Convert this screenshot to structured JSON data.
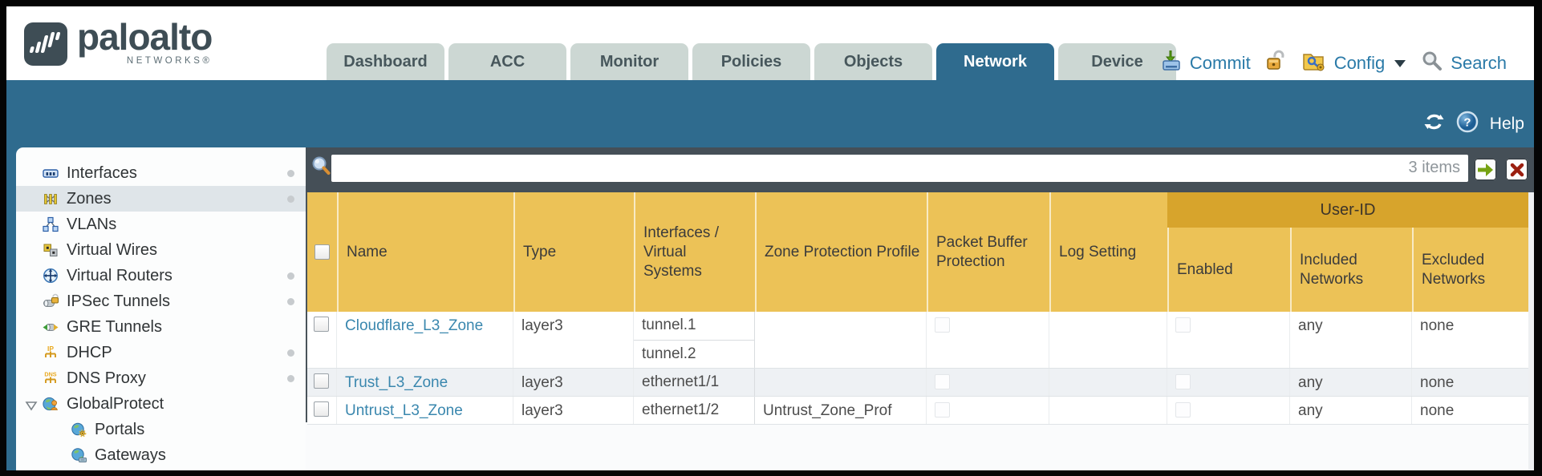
{
  "colors": {
    "teal": "#2f6b8e",
    "toolbar": "#454f57",
    "amber": "#ecc257",
    "amber_dark": "#d7a42c",
    "link": "#3a87ae",
    "utility_link": "#2a7aa8",
    "tab_inactive": "#ccd7d3",
    "tab_text": "#47575c",
    "selected": "#dfe5e9"
  },
  "brand": {
    "logo_text": "paloalto",
    "networks_label": "NETWORKS®"
  },
  "nav_tabs": [
    {
      "label": "Dashboard",
      "active": false
    },
    {
      "label": "ACC",
      "active": false
    },
    {
      "label": "Monitor",
      "active": false
    },
    {
      "label": "Policies",
      "active": false
    },
    {
      "label": "Objects",
      "active": false
    },
    {
      "label": "Network",
      "active": true
    },
    {
      "label": "Device",
      "active": false
    }
  ],
  "utility": {
    "commit_label": "Commit",
    "config_label": "Config",
    "search_label": "Search"
  },
  "subheader": {
    "help_label": "Help"
  },
  "toolbar": {
    "search_value": "",
    "items_count_label": "3 items"
  },
  "sidebar": {
    "items": [
      {
        "label": "Interfaces",
        "icon": "interfaces",
        "dot": true
      },
      {
        "label": "Zones",
        "icon": "zones",
        "dot": true,
        "selected": true
      },
      {
        "label": "VLANs",
        "icon": "vlans"
      },
      {
        "label": "Virtual Wires",
        "icon": "virtual-wires"
      },
      {
        "label": "Virtual Routers",
        "icon": "virtual-routers",
        "dot": true
      },
      {
        "label": "IPSec Tunnels",
        "icon": "ipsec-tunnels",
        "dot": true
      },
      {
        "label": "GRE Tunnels",
        "icon": "gre-tunnels"
      },
      {
        "label": "DHCP",
        "icon": "dhcp",
        "dot": true
      },
      {
        "label": "DNS Proxy",
        "icon": "dns-proxy",
        "dot": true
      },
      {
        "label": "GlobalProtect",
        "icon": "globalprotect",
        "expanded": true
      },
      {
        "label": "Portals",
        "icon": "portals",
        "indent": 1
      },
      {
        "label": "Gateways",
        "icon": "gateways",
        "indent": 1
      }
    ]
  },
  "zones_table": {
    "user_id_group_label": "User-ID",
    "columns": [
      "Name",
      "Type",
      "Interfaces / Virtual Systems",
      "Zone Protection Profile",
      "Packet Buffer Protection",
      "Log Setting",
      "Enabled",
      "Included Networks",
      "Excluded Networks"
    ],
    "rows": [
      {
        "name": "Cloudflare_L3_Zone",
        "type": "layer3",
        "interfaces": [
          "tunnel.1",
          "tunnel.2"
        ],
        "zone_protection_profile": "",
        "packet_buffer_protection": false,
        "log_setting": "",
        "user_id_enabled": false,
        "included_networks": "any",
        "excluded_networks": "none"
      },
      {
        "name": "Trust_L3_Zone",
        "type": "layer3",
        "interfaces": [
          "ethernet1/1"
        ],
        "zone_protection_profile": "",
        "packet_buffer_protection": false,
        "log_setting": "",
        "user_id_enabled": false,
        "included_networks": "any",
        "excluded_networks": "none"
      },
      {
        "name": "Untrust_L3_Zone",
        "type": "layer3",
        "interfaces": [
          "ethernet1/2"
        ],
        "zone_protection_profile": "Untrust_Zone_Prof",
        "packet_buffer_protection": false,
        "log_setting": "",
        "user_id_enabled": false,
        "included_networks": "any",
        "excluded_networks": "none"
      }
    ]
  }
}
